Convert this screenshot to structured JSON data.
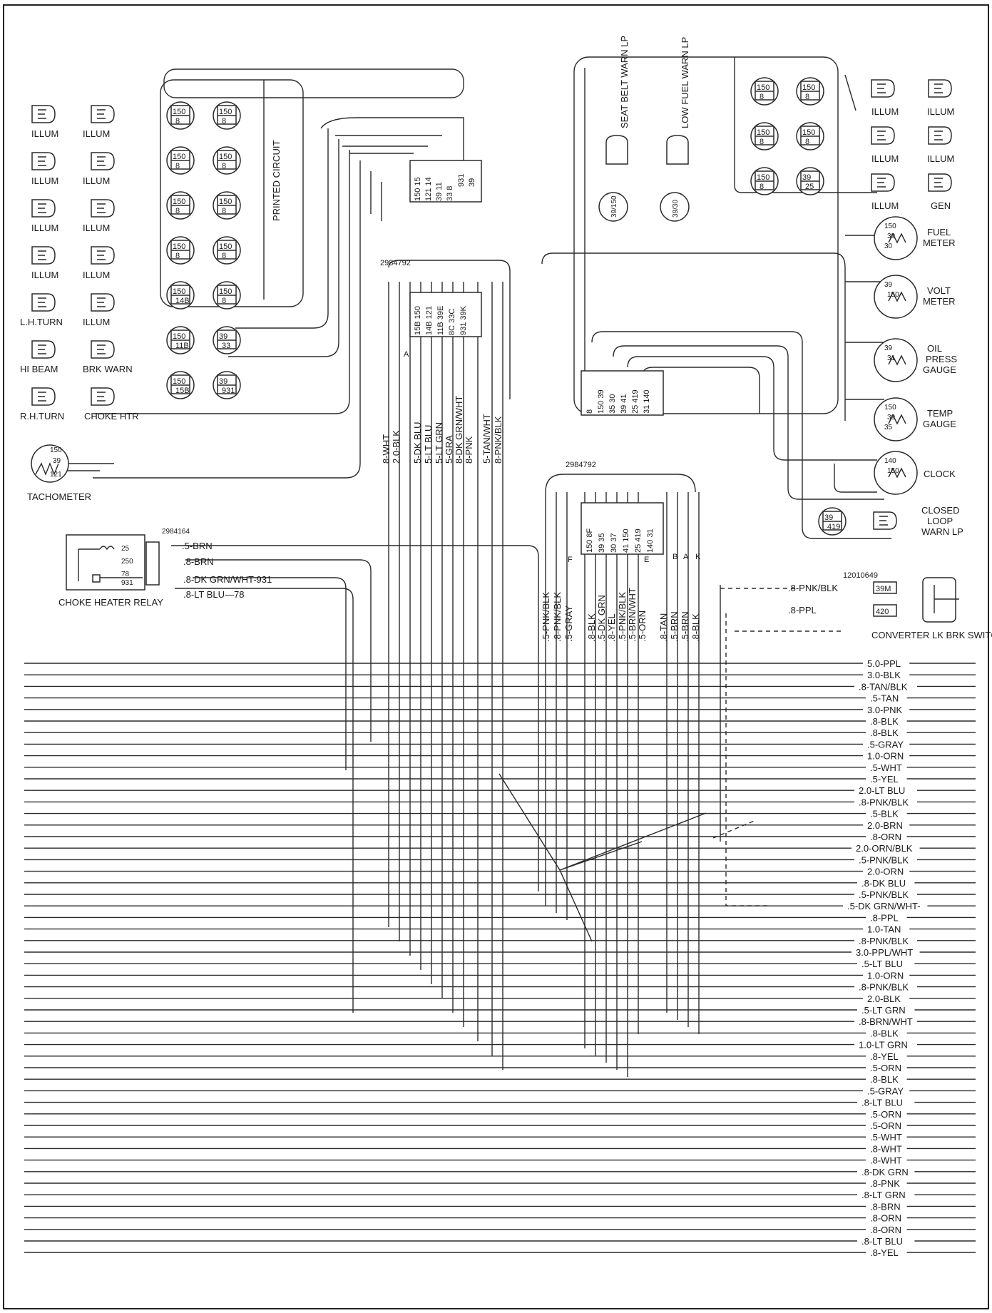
{
  "bulbs_left": [
    {
      "col1": "ILLUM",
      "col2": "ILLUM"
    },
    {
      "col1": "ILLUM",
      "col2": "ILLUM"
    },
    {
      "col1": "ILLUM",
      "col2": "ILLUM"
    },
    {
      "col1": "ILLUM",
      "col2": "ILLUM"
    },
    {
      "col1": "L.H.TURN",
      "col2": "ILLUM"
    },
    {
      "col1": "HI BEAM",
      "col2": "BRK WARN"
    },
    {
      "col1": "R.H.TURN",
      "col2": "CHOKE HTR"
    }
  ],
  "sockets_left": [
    [
      "150/8",
      "150/8"
    ],
    [
      "150/8",
      "150/8"
    ],
    [
      "150/8",
      "150/8"
    ],
    [
      "150/8",
      "150/8"
    ],
    [
      "150/14B",
      "150/8"
    ],
    [
      "150/11B",
      "39/33"
    ],
    [
      "150/15B",
      "39/931"
    ]
  ],
  "printed_circuit_label": "PRINTED CIRCUIT",
  "conn_upper_rows": [
    "150 15",
    "121 14",
    "39 11",
    "33 8"
  ],
  "conn_upper_side": [
    "931",
    "39"
  ],
  "tachometer": {
    "label": "TACHOMETER",
    "pins": [
      "150",
      "39",
      "121"
    ]
  },
  "connector_mid": {
    "part": "2984792",
    "letter": "A",
    "rows": [
      "15B 150",
      "14B 121",
      "11B 39E",
      "8C 33C",
      "931 39K"
    ]
  },
  "mid_wires": [
    "8-WHT",
    "2.0-BLK",
    "5-DK BLU",
    "5-LT BLU",
    "5-LT GRN",
    "5-GRA",
    "8-DK GRN/WHT",
    "8-PNK",
    "5-TAN/WHT",
    "8-PNK/BLK"
  ],
  "choke_relay": {
    "part": "2984164",
    "label": "CHOKE HEATER RELAY",
    "pins": [
      "25",
      "250",
      "78",
      "931"
    ],
    "wires": [
      ".5-BRN",
      ".8-BRN",
      ".8-DK GRN/WHT-931",
      ".8-LT BLU—78"
    ]
  },
  "warn_lamps": [
    {
      "label": "SEAT BELT WARN LP",
      "socket": "39/150"
    },
    {
      "label": "LOW FUEL WARN LP",
      "socket": "39/30"
    }
  ],
  "sockets_right": [
    [
      "150/8",
      "150/8"
    ],
    [
      "150/8",
      "150/8"
    ],
    [
      "150/8",
      "39/25"
    ]
  ],
  "bulbs_right": [
    {
      "col1": "ILLUM",
      "col2": "ILLUM"
    },
    {
      "col1": "ILLUM",
      "col2": "ILLUM"
    },
    {
      "col1": "ILLUM",
      "col2": "GEN"
    }
  ],
  "gauges": [
    {
      "label": "FUEL METER",
      "pins": [
        "150",
        "39",
        "30"
      ]
    },
    {
      "label": "VOLT METER",
      "pins": [
        "39",
        "150"
      ]
    },
    {
      "label": "OIL PRESS GAUGE",
      "pins": [
        "39",
        "31"
      ]
    },
    {
      "label": "TEMP GAUGE",
      "pins": [
        "150",
        "39",
        "35"
      ]
    },
    {
      "label": "CLOCK",
      "pins": [
        "140",
        "150"
      ]
    },
    {
      "label": "CLOSED LOOP WARN LP",
      "socket": "39/419"
    }
  ],
  "conn_right_cols": [
    "8",
    "150",
    "39",
    "35",
    "30",
    "39",
    "41",
    "25",
    "419",
    "31",
    "140"
  ],
  "connector_lower": {
    "part": "2984792",
    "letters": [
      "F",
      "E",
      "B",
      "A",
      "K"
    ],
    "rows": [
      "150 8F",
      "39 35",
      "30 37",
      "41 150",
      "25 419",
      "140 31"
    ]
  },
  "lower_wires": [
    ".5-PNK/BLK",
    ".8-PNK/BLK",
    ".5-GRAY",
    ".8-BLK",
    ".5-DK GRN",
    ".8-YEL",
    ".5-PNK/BLK",
    ".5-BRN/WHT",
    ".5-ORN",
    ".8-TAN",
    ".5-BRN",
    ".5-BRN",
    ".8-BLK"
  ],
  "converter": {
    "part": "12010649",
    "label": "CONVERTER LK BRK SWITCH",
    "wires": [
      ".8-PNK/BLK",
      ".8-PPL"
    ],
    "pins": [
      "39M",
      "420"
    ]
  },
  "harness_wires": [
    "5.0-PPL",
    "3.0-BLK",
    ".8-TAN/BLK",
    ".5-TAN",
    "3.0-PNK",
    ".8-BLK",
    ".8-BLK",
    ".5-GRAY",
    "1.0-ORN",
    ".5-WHT",
    ".5-YEL",
    "2.0-LT BLU",
    ".8-PNK/BLK",
    ".5-BLK",
    "2.0-BRN",
    ".8-ORN",
    "2.0-ORN/BLK",
    ".5-PNK/BLK",
    "2.0-ORN",
    ".8-DK BLU",
    ".5-PNK/BLK",
    ".5-DK GRN/WHT-",
    ".8-PPL",
    "1.0-TAN",
    ".8-PNK/BLK",
    "3.0-PPL/WHT",
    ".5-LT BLU",
    "1.0-ORN",
    ".8-PNK/BLK",
    "2.0-BLK",
    ".5-LT GRN",
    ".8-BRN/WHT",
    ".8-BLK",
    "1.0-LT GRN",
    ".8-YEL",
    ".5-ORN",
    ".8-BLK",
    ".5-GRAY",
    ".8-LT BLU",
    ".5-ORN",
    ".5-ORN",
    ".5-WHT",
    ".8-WHT",
    ".8-WHT",
    ".8-DK GRN",
    ".8-PNK",
    ".8-LT GRN",
    ".8-BRN",
    ".8-ORN",
    ".8-ORN",
    ".8-LT BLU",
    ".8-YEL"
  ]
}
